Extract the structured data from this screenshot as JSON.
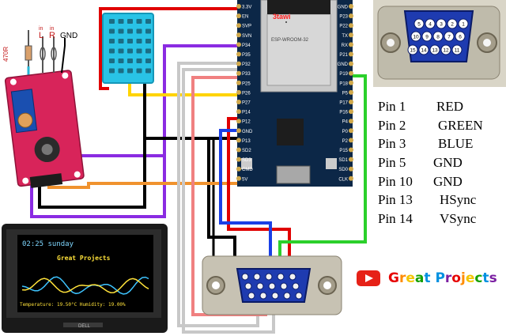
{
  "pot_module": {
    "label_l": "L",
    "label_r": "R",
    "label_gnd": "GND",
    "label_in": "in",
    "resistor": "470R"
  },
  "esp32": {
    "left_pins": [
      "3.3V",
      "EN",
      "SVP",
      "SVN",
      "P34",
      "P35",
      "P32",
      "P33",
      "P25",
      "P26",
      "P27",
      "P14",
      "P12",
      "GND",
      "P13",
      "SD2",
      "SD3",
      "CMD",
      "5V"
    ],
    "right_pins": [
      "GND",
      "P23",
      "P22",
      "TX",
      "RX",
      "P21",
      "GND",
      "P19",
      "P18",
      "P5",
      "P17",
      "P16",
      "P4",
      "P0",
      "P2",
      "P15",
      "SD1",
      "SD0",
      "CLK"
    ],
    "logo_text": "3tawi",
    "module_name": "ESP-WROOM-32"
  },
  "vga_pinout": {
    "rows": [
      {
        "pin": "Pin 1",
        "signal": "RED"
      },
      {
        "pin": "Pin 2",
        "signal": "GREEN"
      },
      {
        "pin": "Pin 3",
        "signal": "BLUE"
      },
      {
        "pin": "Pin 5",
        "signal": "GND"
      },
      {
        "pin": "Pin 10",
        "signal": "GND"
      },
      {
        "pin": "Pin 13",
        "signal": "HSync"
      },
      {
        "pin": "Pin 14",
        "signal": "VSync"
      }
    ],
    "connector_pins_top": [
      "5",
      "4",
      "3",
      "2",
      "1"
    ],
    "connector_pins_mid": [
      "10",
      "9",
      "8",
      "7",
      "6"
    ],
    "connector_pins_bot": [
      "15",
      "14",
      "13",
      "12",
      "11"
    ]
  },
  "monitor": {
    "title_line": "Great Projects",
    "top_line": "02:25 sunday",
    "bottom_line": "Temperature: 19.50°C   Humidity: 19.00%",
    "brand": "DELL"
  },
  "brand": {
    "text": "Great Projects",
    "letter_colors": [
      "#e60000",
      "#ff8c00",
      "#f2c500",
      "#16a000",
      "#0090e0",
      "#ffffff",
      "#7b1fa2",
      "#e60000",
      "#ff8c00",
      "#f2c500",
      "#16a000",
      "#0090e0",
      "#7b1fa2",
      "#e91e63"
    ]
  },
  "colors": {
    "red": "#e00000",
    "green": "#2bd02b",
    "blue": "#1a3fe6",
    "black": "#000000",
    "gray": "#c8c8c8",
    "pink": "#f08080",
    "purple": "#8a2be2",
    "yellow": "#ffd400",
    "orange": "#f0922e",
    "cyan": "#27b5d6",
    "board_pink": "#d8245a",
    "board_dark": "#0c2747"
  }
}
